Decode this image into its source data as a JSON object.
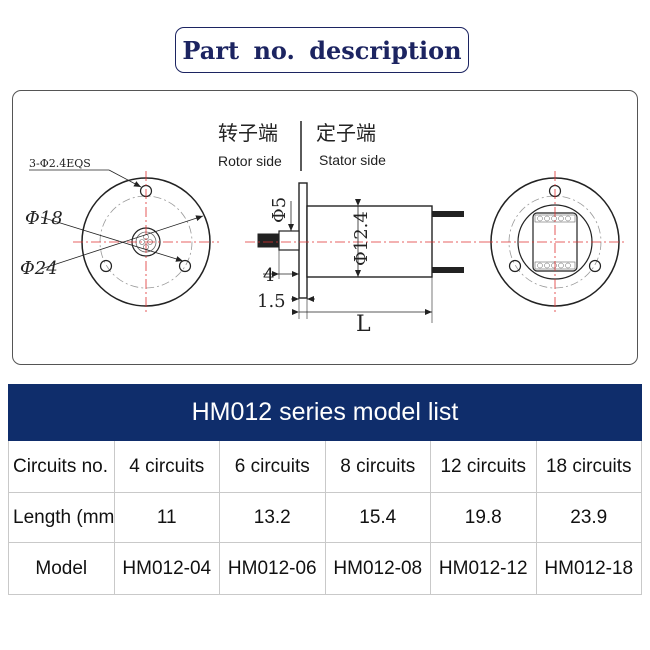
{
  "header": {
    "title": "Part no. description"
  },
  "drawing": {
    "rotor_side_cn": "转子端",
    "rotor_side_en": "Rotor side",
    "stator_side_cn": "定子端",
    "stator_side_en": "Stator side",
    "hole_spec": "3-Φ2.4EQS",
    "dim_pcd": "Φ18",
    "dim_outer": "Φ24",
    "dim_shaft": "Φ5",
    "dim_body": "Φ12.4",
    "dim_4": "4",
    "dim_1_5": "1.5",
    "dim_length": "L"
  },
  "table": {
    "title": "HM012 series model list",
    "row_labels": {
      "circuits": "Circuits no.",
      "length": "Length (mm)",
      "model": "Model"
    },
    "circuits": [
      "4 circuits",
      "6 circuits",
      "8 circuits",
      "12 circuits",
      "18 circuits"
    ],
    "lengths": [
      "11",
      "13.2",
      "15.4",
      "19.8",
      "23.9"
    ],
    "models": [
      "HM012-04",
      "HM012-06",
      "HM012-08",
      "HM012-12",
      "HM012-18"
    ]
  },
  "colors": {
    "title_border": "#1c2461",
    "table_header_bg": "#0f2d6b",
    "center_line": "#e03030"
  }
}
